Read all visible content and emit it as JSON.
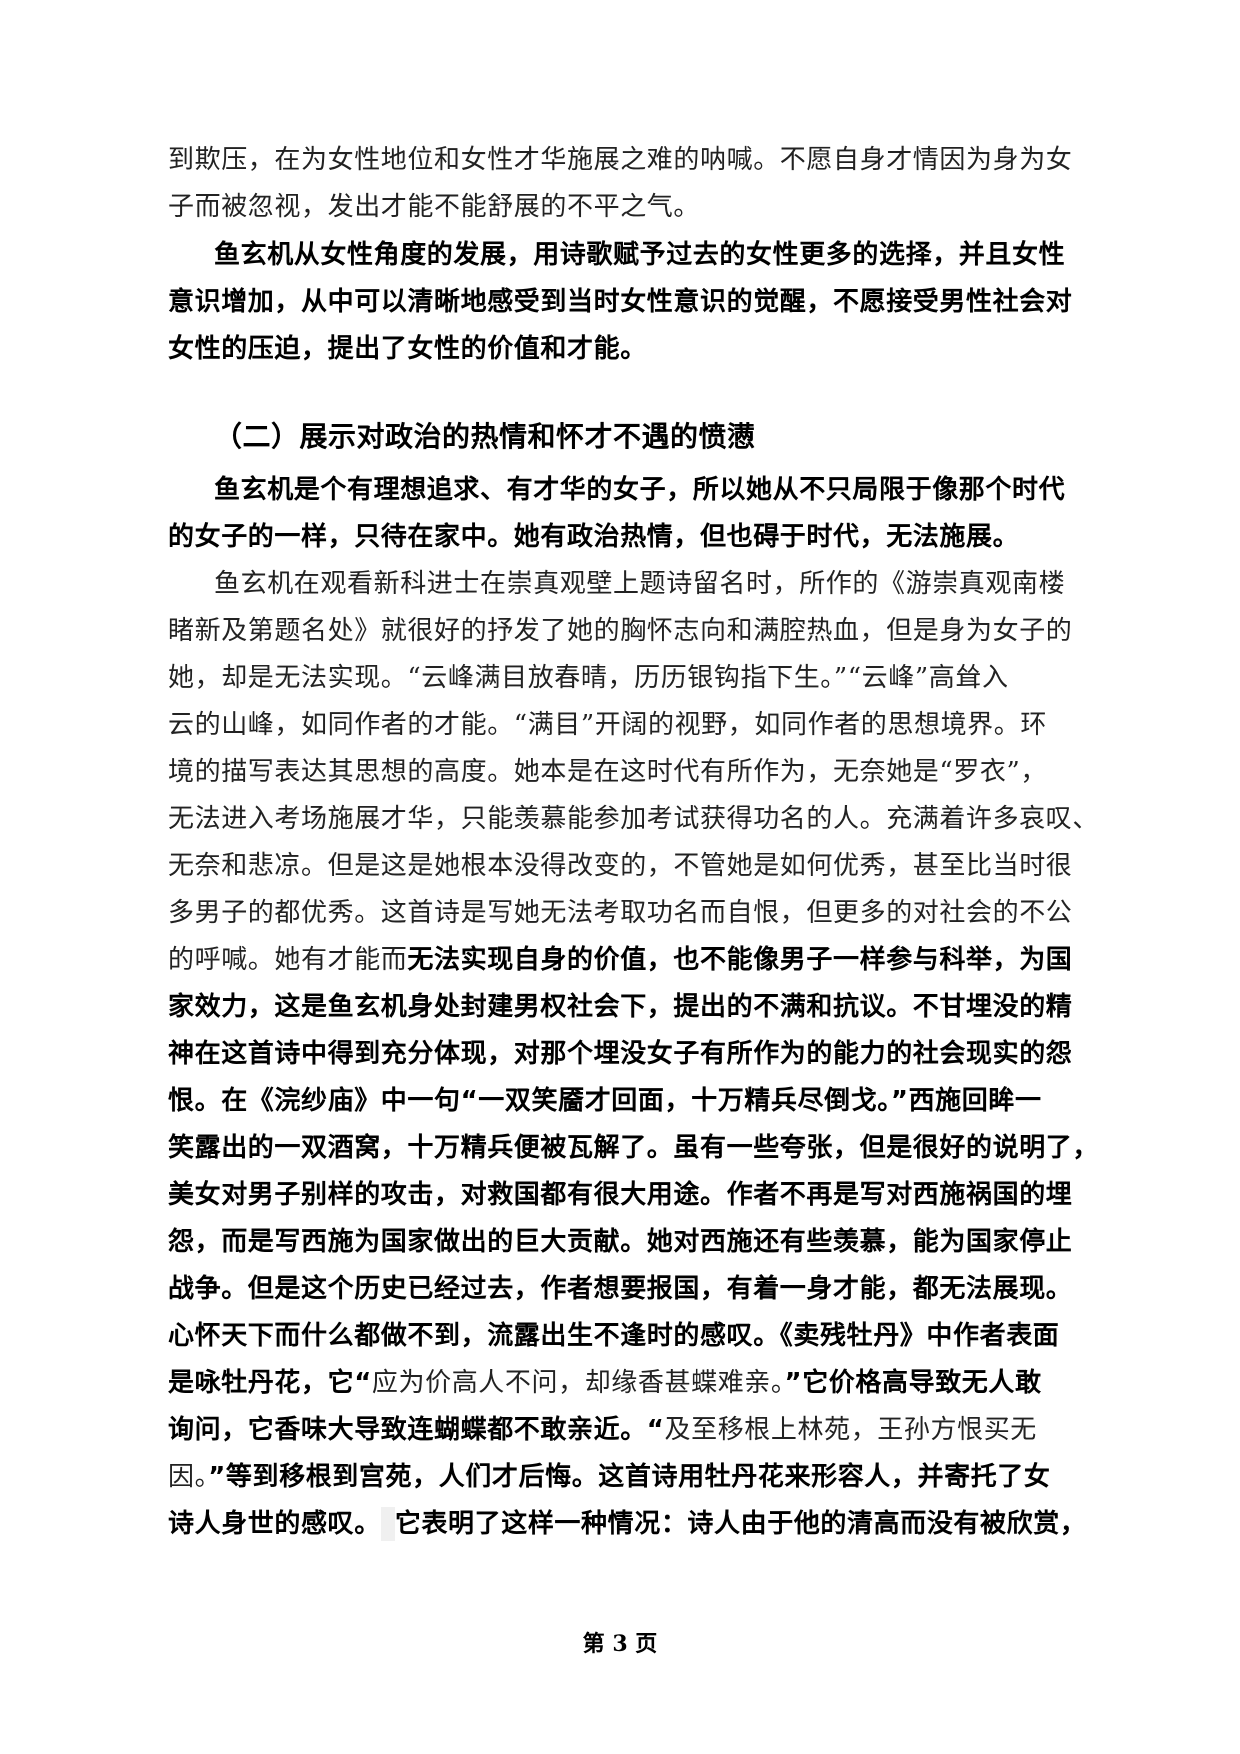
{
  "document": {
    "lines": [
      {
        "segments": [
          {
            "text": "到欺压，在为女性地位和女性才华施展之难的呐喊。不愿自身才情因为身为女",
            "bold": false
          }
        ]
      },
      {
        "segments": [
          {
            "text": "子而被忽视，发出才能不能舒展的不平之气。",
            "bold": false
          }
        ]
      },
      {
        "segments": [
          {
            "text": "鱼玄机从女性角度的发展，用诗歌赋予过去的女性更多的选择，并且女性",
            "bold": true
          }
        ]
      },
      {
        "segments": [
          {
            "text": "意识增加，从中可以清晰地感受到当时女性意识的觉醒，不愿接受男性社会对",
            "bold": true
          }
        ]
      },
      {
        "segments": [
          {
            "text": "女性的压迫，提出了女性的价值和才能。",
            "bold": true
          }
        ]
      },
      {
        "segments": [
          {
            "text": "鱼玄机是个有理想追求、有才华的女子，所以她从不只局限于像那个时代",
            "bold": true
          }
        ]
      },
      {
        "segments": [
          {
            "text": "的女子的一样，只待在家中。她有政治热情，但也碍于时代，无法施展。",
            "bold": true
          }
        ]
      },
      {
        "segments": [
          {
            "text": "鱼玄机在观看新科进士在崇真观壁上题诗留名时，所作的《游崇真观南楼",
            "bold": false
          }
        ]
      },
      {
        "segments": [
          {
            "text": "睹新及第题名处》就很好的抒发了她的胸怀志向和满腔热血，但是身为女子的",
            "bold": false
          }
        ]
      },
      {
        "segments": [
          {
            "text": "她，却是无法实现。“云峰满目放春晴，历历银钩指下生。”“云峰”高耸入",
            "bold": false
          }
        ]
      },
      {
        "segments": [
          {
            "text": "云的山峰，如同作者的才能。“满目”开阔的视野，如同作者的思想境界。环",
            "bold": false
          }
        ]
      },
      {
        "segments": [
          {
            "text": "境的描写表达其思想的高度。她本是在这时代有所作为，无奈她是“罗衣”，",
            "bold": false
          }
        ]
      },
      {
        "segments": [
          {
            "text": "无法进入考场施展才华，只能羡慕能参加考试获得功名的人。充满着许多哀叹、",
            "bold": false
          }
        ]
      },
      {
        "segments": [
          {
            "text": "无奈和悲凉。但是这是她根本没得改变的，不管她是如何优秀，甚至比当时很",
            "bold": false
          }
        ]
      },
      {
        "segments": [
          {
            "text": "多男子的都优秀。这首诗是写她无法考取功名而自恨，但更多的对社会的不公",
            "bold": false
          }
        ]
      },
      {
        "segments": [
          {
            "text": "的呼喊。她有才能而",
            "bold": false
          },
          {
            "text": "无法实现自身的价值，也不能像男子一样参与科举，为国",
            "bold": true
          }
        ]
      },
      {
        "segments": [
          {
            "text": "家效力，这是鱼玄机身处封建男权社会下，提出的不满和抗议。不甘埋没的精",
            "bold": true
          }
        ]
      },
      {
        "segments": [
          {
            "text": "神在这首诗中得到充分体现，对那个埋没女子有所作为的能力的社会现实的怨",
            "bold": true
          }
        ]
      },
      {
        "segments": [
          {
            "text": "恨。在《浣纱庙》中一句“一双笑靥才回面，十万精兵尽倒戈。”西施回眸一",
            "bold": true
          }
        ]
      },
      {
        "segments": [
          {
            "text": "笑露出的一双酒窝，十万精兵便被瓦解了。虽有一些夸张，但是很好的说明了，",
            "bold": true
          }
        ]
      },
      {
        "segments": [
          {
            "text": "美女对男子别样的攻击，对救国都有很大用途。作者不再是写对西施祸国的埋",
            "bold": true
          }
        ]
      },
      {
        "segments": [
          {
            "text": "怨，而是写西施为国家做出的巨大贡献。她对西施还有些羡慕，能为国家停止",
            "bold": true
          }
        ]
      },
      {
        "segments": [
          {
            "text": "战争。但是这个历史已经过去，作者想要报国，有着一身才能，都无法展现。",
            "bold": true
          }
        ]
      },
      {
        "segments": [
          {
            "text": "心怀天下而什么都做不到，流露出生不逢时的感叹。《卖残牡丹》中作者表面",
            "bold": true
          }
        ]
      },
      {
        "segments": [
          {
            "text": "是咏牡丹花，它“",
            "bold": true
          },
          {
            "text": "应为价高人不问，却缘香甚蝶难亲。",
            "bold": false
          },
          {
            "text": "”它价格高导致无人敢",
            "bold": true
          }
        ]
      },
      {
        "segments": [
          {
            "text": "询问，它香味大导致连蝴蝶都不敢亲近。“",
            "bold": true
          },
          {
            "text": "及至移根上林苑，王孙方恨买无",
            "bold": false
          }
        ]
      },
      {
        "segments": [
          {
            "text": "因。",
            "bold": false
          },
          {
            "text": "”等到移根到宫苑，人们才后悔。这首诗用牡丹花来形容人，并寄托了女",
            "bold": true
          }
        ]
      },
      {
        "segments": [
          {
            "text": "诗人身世的感叹。",
            "bold": true
          },
          {
            "text": "",
            "bold": false,
            "highlight": true
          },
          {
            "text": "它表明了这样一种情况：诗人由于他的清高而没有被欣赏，",
            "bold": true
          }
        ]
      }
    ],
    "heading": "（二）展示对政治的热情和怀才不遇的愤懑",
    "footer": "第 3 页"
  }
}
